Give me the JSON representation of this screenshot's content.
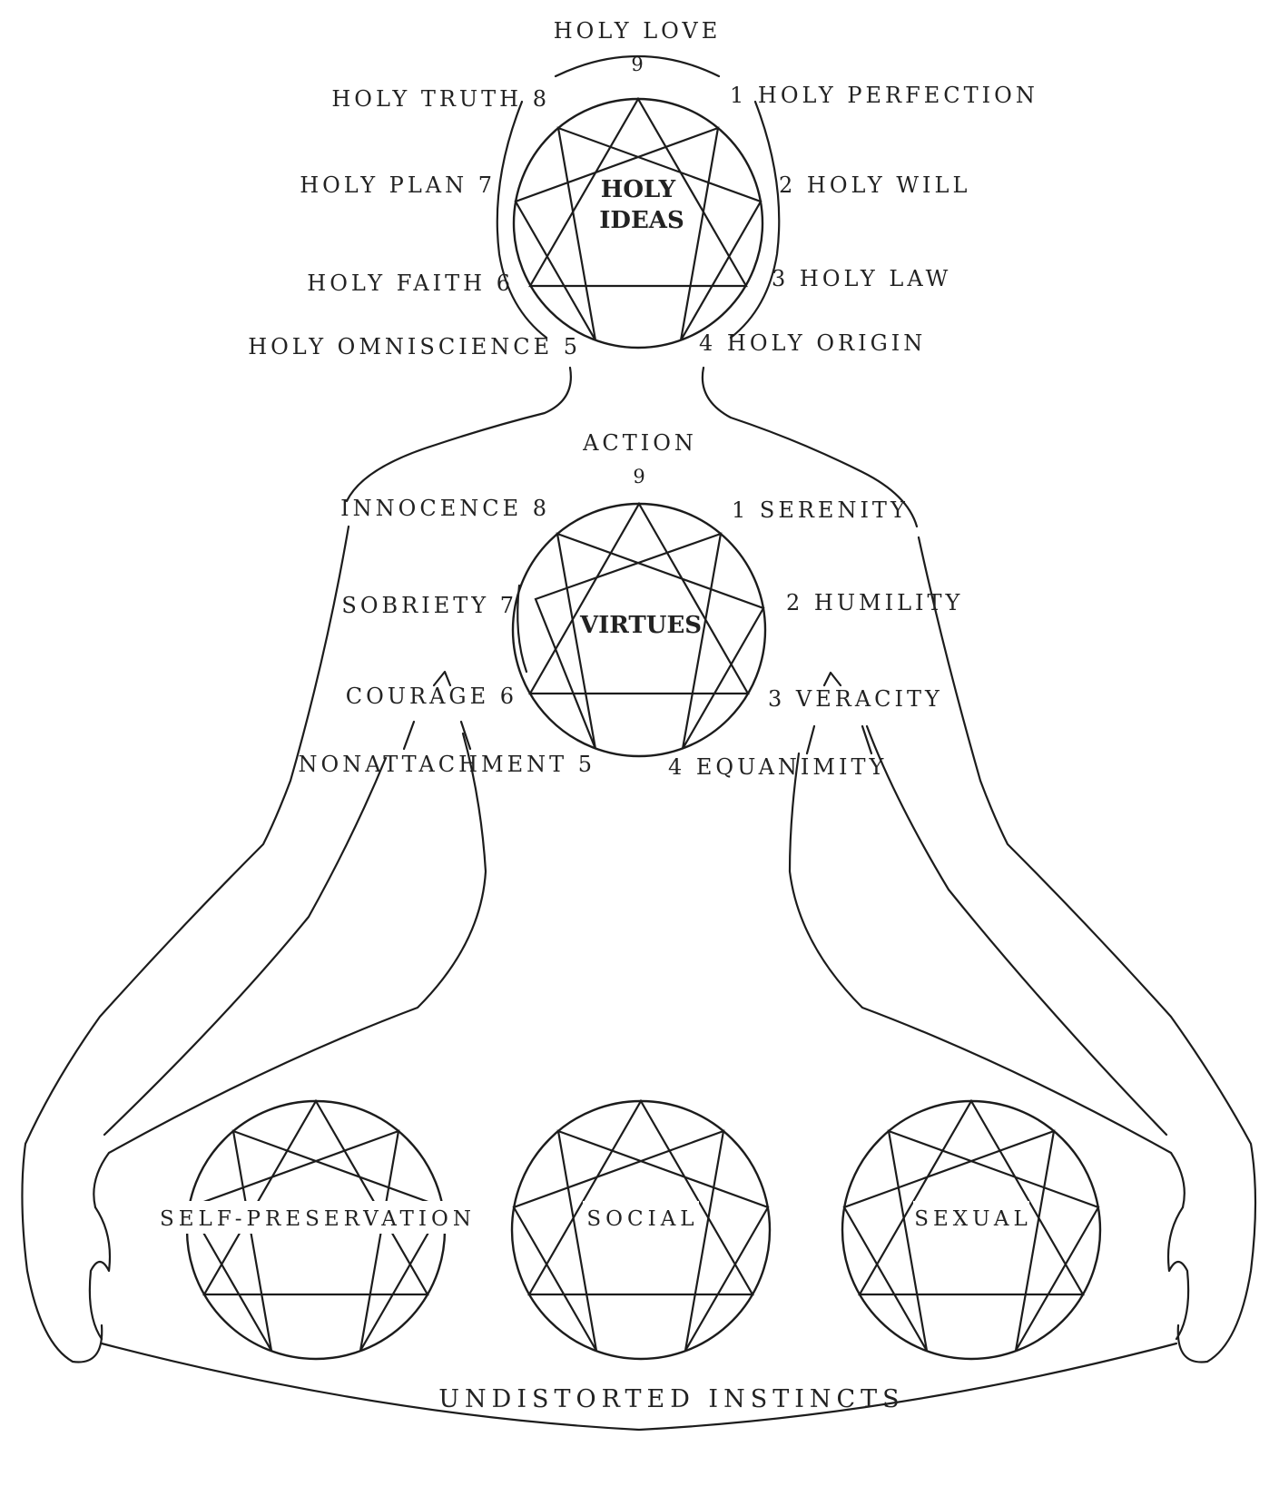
{
  "holy_ideas": {
    "center_line1": "HOLY",
    "center_line2": "IDEAS",
    "top": "HOLY LOVE",
    "n9": "9",
    "p1": "1 HOLY PERFECTION",
    "p2": "2 HOLY WILL",
    "p3": "3 HOLY LAW",
    "p4": "4 HOLY ORIGIN",
    "p5": "HOLY OMNISCIENCE 5",
    "p6": "HOLY FAITH 6",
    "p7": "HOLY PLAN 7",
    "p8": "HOLY TRUTH 8"
  },
  "virtues": {
    "center": "VIRTUES",
    "top": "ACTION",
    "n9": "9",
    "p1": "1 SERENITY",
    "p2": "2 HUMILITY",
    "p3": "3 VERACITY",
    "p4": "4 EQUANIMITY",
    "p5": "NONATTACHMENT 5",
    "p6": "COURAGE 6",
    "p7": "SOBRIETY 7",
    "p8": "INNOCENCE 8"
  },
  "instincts": {
    "self_preservation": "SELF-PRESERVATION",
    "social": "SOCIAL",
    "sexual": "SEXUAL",
    "title": "UNDISTORTED INSTINCTS"
  }
}
